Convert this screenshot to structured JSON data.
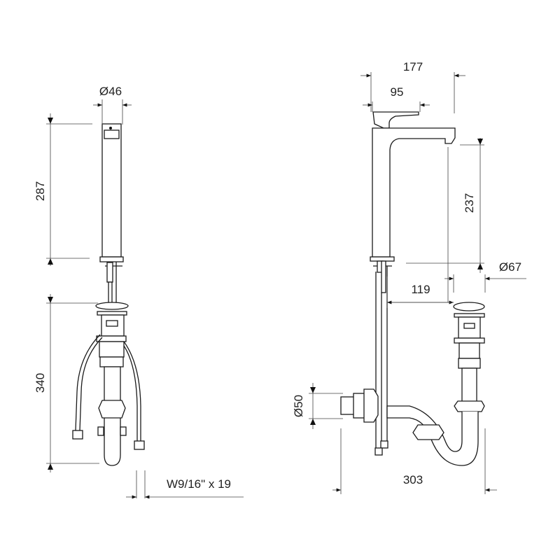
{
  "title": "Basin mixer technical drawing",
  "front_view": {
    "body_diameter": "Ø46",
    "tap_height": "287",
    "drain_length": "340",
    "hose_connection": "W9/16\" x 19"
  },
  "side_view": {
    "total_reach": "177",
    "handle_reach": "95",
    "spout_clearance": "237",
    "drain_diameter": "Ø67",
    "tap_to_drain_distance": "119",
    "outlet_diameter": "Ø50",
    "total_trap_width": "303"
  }
}
